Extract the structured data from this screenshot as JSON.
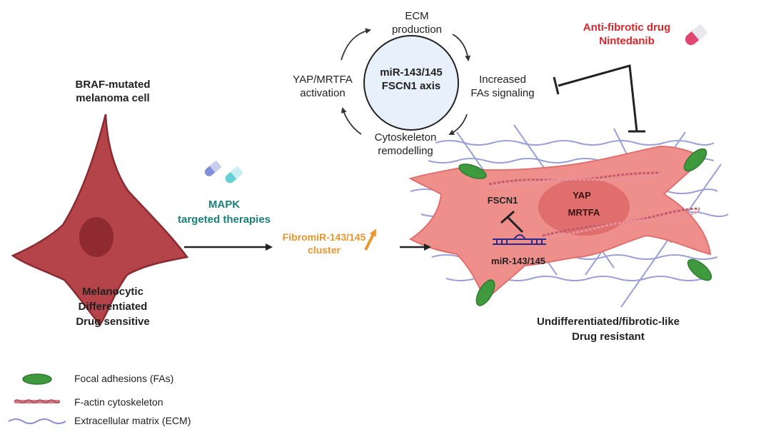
{
  "cycle": {
    "center_line1": "miR-143/145",
    "center_line2": "FSCN1 axis",
    "ecm_line1": "ECM",
    "ecm_line2": "production",
    "fa_line1": "Increased",
    "fa_line2": "FAs signaling",
    "cyto_line1": "Cytoskeleton",
    "cyto_line2": "remodelling",
    "yap_line1": "YAP/MRTFA",
    "yap_line2": "activation"
  },
  "drug": {
    "line1": "Anti-fibrotic drug",
    "line2": "Nintedanib",
    "color": "#d9262c"
  },
  "left_cell": {
    "title_line1": "BRAF-mutated",
    "title_line2": "melanoma cell",
    "desc_line1": "Melanocytic",
    "desc_line2": "Differentiated",
    "desc_line3": "Drug sensitive"
  },
  "therapy": {
    "line1": "MAPK",
    "line2": "targeted therapies",
    "color": "#1a7f74"
  },
  "cluster": {
    "line1": "FibromiR-143/145",
    "line2": "cluster",
    "color": "#e8962e"
  },
  "right_cell": {
    "fscn1": "FSCN1",
    "yap": "YAP",
    "mrtfa": "MRTFA",
    "mir": "miR-143/145",
    "desc_line1": "Undifferentiated/fibrotic-like",
    "desc_line2": "Drug resistant"
  },
  "legend": {
    "items": [
      {
        "icon": "focal-adhesion-icon",
        "label": "Focal adhesions (FAs)"
      },
      {
        "icon": "f-actin-icon",
        "label": "F-actin cytoskeleton"
      },
      {
        "icon": "ecm-fiber-icon",
        "label": "Extracellular matrix (ECM)"
      }
    ]
  },
  "colors": {
    "melanoma_cell": "#b5434a",
    "fibrotic_cell": "#ef8f8c",
    "focal_adhesion": "#3f9a3e",
    "ecm": "#8a8fcf",
    "cycle_center": "#e7f0fb"
  }
}
